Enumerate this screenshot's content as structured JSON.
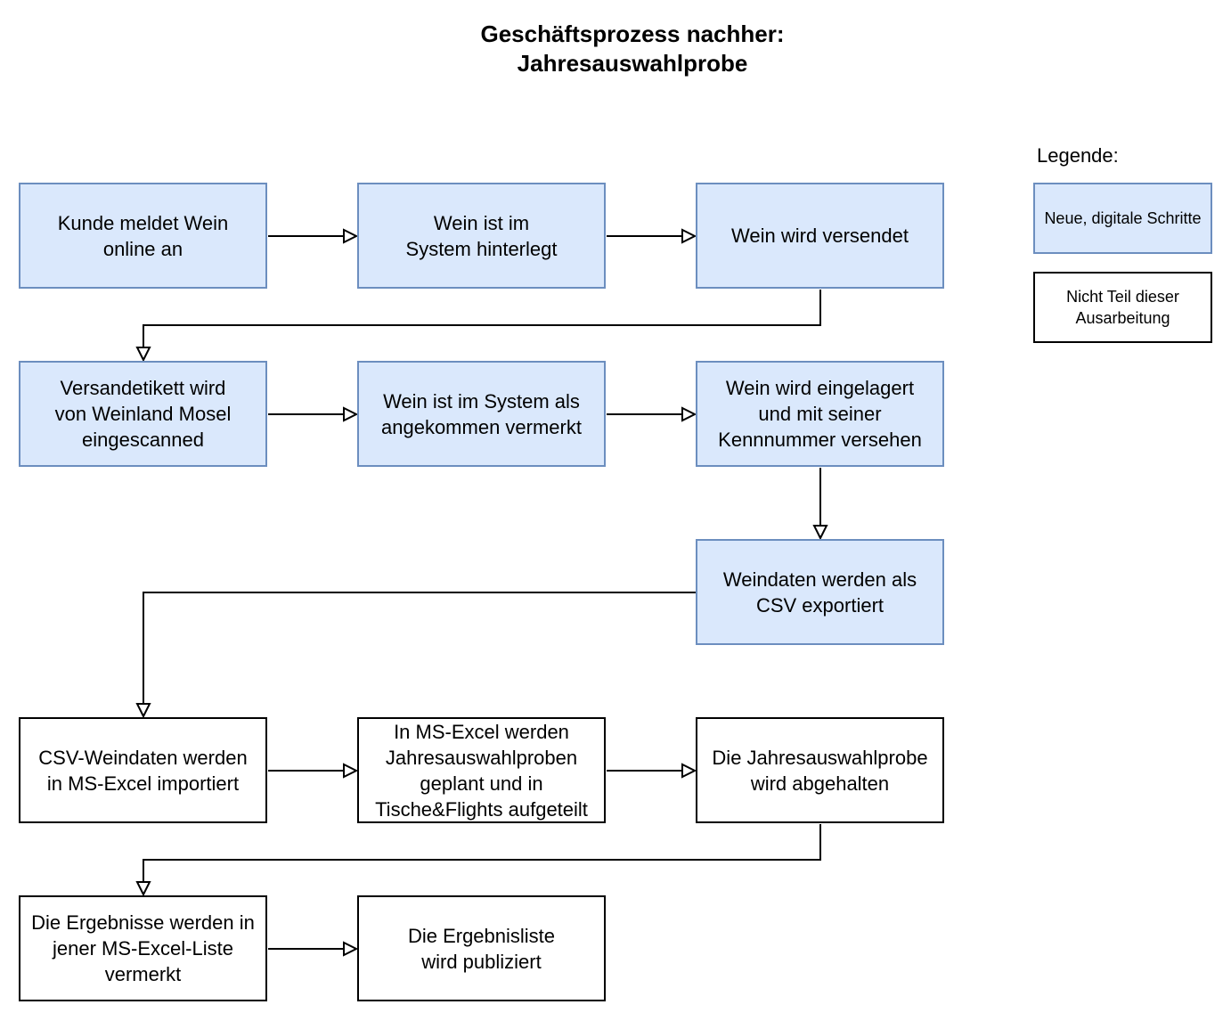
{
  "title": {
    "line1": "Geschäftsprozess nachher:",
    "line2": "Jahresauswahlprobe"
  },
  "steps": [
    {
      "id": "s1",
      "text": "Kunde meldet Wein\nonline an",
      "kind": "digital"
    },
    {
      "id": "s2",
      "text": "Wein ist im\nSystem hinterlegt",
      "kind": "digital"
    },
    {
      "id": "s3",
      "text": "Wein wird versendet",
      "kind": "digital"
    },
    {
      "id": "s4",
      "text": "Versandetikett wird\nvon Weinland Mosel\neingescanned",
      "kind": "digital"
    },
    {
      "id": "s5",
      "text": "Wein ist im System als\nangekommen vermerkt",
      "kind": "digital"
    },
    {
      "id": "s6",
      "text": "Wein wird eingelagert\nund mit seiner\nKennnummer versehen",
      "kind": "digital"
    },
    {
      "id": "s7",
      "text": "Weindaten werden als\nCSV exportiert",
      "kind": "digital"
    },
    {
      "id": "s8",
      "text": "CSV-Weindaten werden\nin MS-Excel importiert",
      "kind": "manual"
    },
    {
      "id": "s9",
      "text": "In MS-Excel werden\nJahresauswahlproben\ngeplant und in\nTische&Flights aufgeteilt",
      "kind": "manual"
    },
    {
      "id": "s10",
      "text": "Die Jahresauswahlprobe\nwird abgehalten",
      "kind": "manual"
    },
    {
      "id": "s11",
      "text": "Die Ergebnisse werden in\njener MS-Excel-Liste\nvermerkt",
      "kind": "manual"
    },
    {
      "id": "s12",
      "text": "Die Ergebnisliste\nwird publiziert",
      "kind": "manual"
    }
  ],
  "edges": [
    [
      "s1",
      "s2"
    ],
    [
      "s2",
      "s3"
    ],
    [
      "s3",
      "s4"
    ],
    [
      "s4",
      "s5"
    ],
    [
      "s5",
      "s6"
    ],
    [
      "s6",
      "s7"
    ],
    [
      "s7",
      "s8"
    ],
    [
      "s8",
      "s9"
    ],
    [
      "s9",
      "s10"
    ],
    [
      "s10",
      "s11"
    ],
    [
      "s11",
      "s12"
    ]
  ],
  "legend": {
    "title": "Legende:",
    "digital": "Neue, digitale Schritte",
    "manual": "Nicht Teil dieser\nAusarbeitung"
  },
  "colors": {
    "digital_fill": "#dae8fc",
    "digital_stroke": "#6c8ebf",
    "manual_fill": "#ffffff",
    "manual_stroke": "#000000"
  }
}
